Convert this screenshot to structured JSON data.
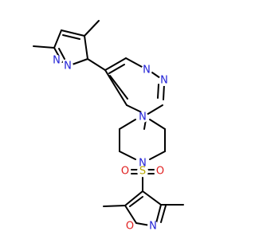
{
  "molecule": {
    "atoms": [
      {
        "id": "N_pz1",
        "text": "N",
        "color": "#1f1fd6"
      },
      {
        "id": "N_pz2",
        "text": "N",
        "color": "#1f1fd6"
      },
      {
        "id": "N_pym1",
        "text": "N",
        "color": "#1f1fd6"
      },
      {
        "id": "N_pym3",
        "text": "N",
        "color": "#1f1fd6"
      },
      {
        "id": "N_pip1",
        "text": "N",
        "color": "#1f1fd6"
      },
      {
        "id": "N_pip4",
        "text": "N",
        "color": "#1f1fd6"
      },
      {
        "id": "S",
        "text": "S",
        "color": "#b8a800"
      },
      {
        "id": "O_s1",
        "text": "O",
        "color": "#e02020"
      },
      {
        "id": "O_s2",
        "text": "O",
        "color": "#e02020"
      },
      {
        "id": "O_isox",
        "text": "O",
        "color": "#e02020"
      },
      {
        "id": "N_isox",
        "text": "N",
        "color": "#1f1fd6"
      }
    ]
  }
}
